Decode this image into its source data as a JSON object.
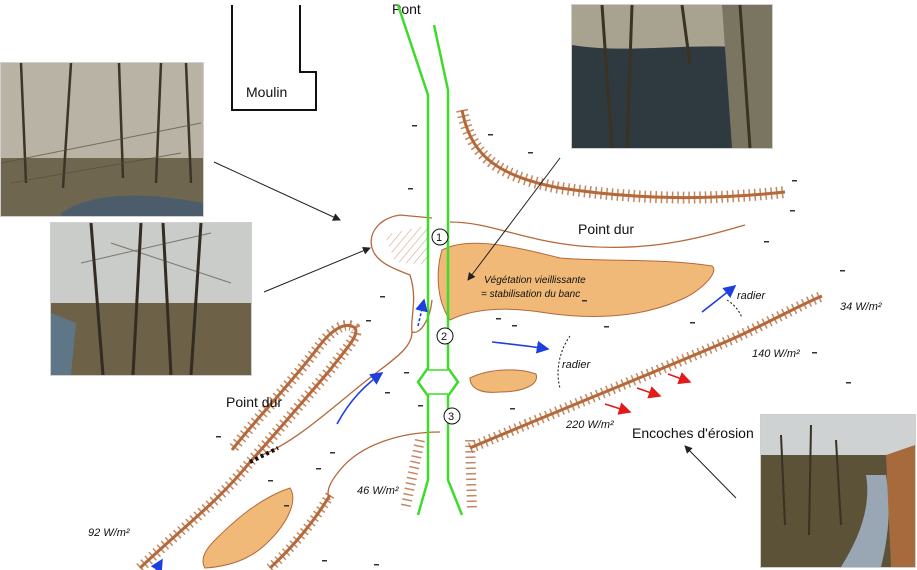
{
  "labels": {
    "pont": "Pont",
    "moulin": "Moulin",
    "point_dur_right": "Point dur",
    "point_dur_left": "Point dur",
    "vegetation_line1": "Végétation vieillissante",
    "vegetation_line2": "= stabilisation du banc",
    "radier_right": "radier",
    "radier_center": "radier",
    "encoches": "Encoches d'érosion",
    "markers": [
      "1",
      "2",
      "3"
    ]
  },
  "power_labels": {
    "p34": "34 W/m²",
    "p140": "140 W/m²",
    "p220": "220 W/m²",
    "p46": "46 W/m²",
    "p92": "92 W/m²"
  },
  "colors": {
    "bank": "#b5683a",
    "sandbar": "#f0b977",
    "bridge": "#3ddc2a",
    "flow_arrow": "#1d3fe0",
    "erosion_arrow": "#e31a1a"
  },
  "photos": [
    {
      "name": "photo-top-left",
      "scene": "wooded riverbank"
    },
    {
      "name": "photo-mid-left",
      "scene": "trees along stream"
    },
    {
      "name": "photo-top-center",
      "scene": "stream under trees"
    },
    {
      "name": "photo-bottom-right",
      "scene": "river valley"
    }
  ]
}
